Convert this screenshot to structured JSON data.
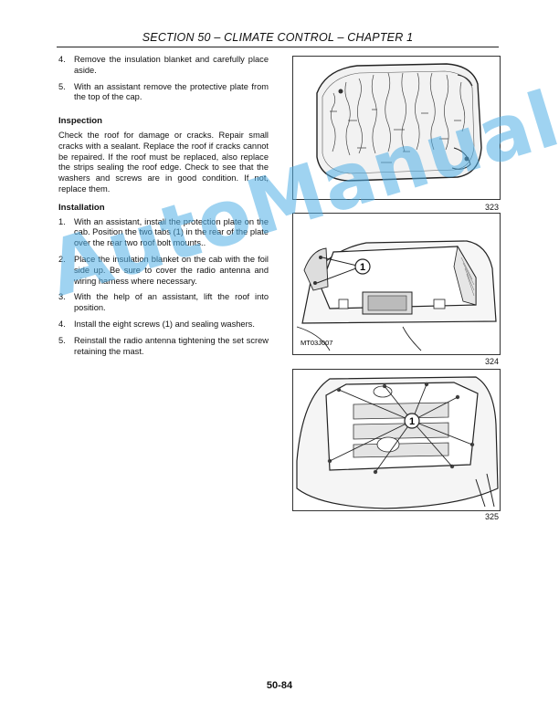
{
  "header": {
    "title": "SECTION 50 – CLIMATE CONTROL – CHAPTER 1"
  },
  "steps_removal": [
    {
      "num": "4.",
      "text": "Remove the insulation blanket and carefully place aside."
    },
    {
      "num": "5.",
      "text": "With an assistant remove the protective plate from the top of the cap."
    }
  ],
  "inspection": {
    "heading": "Inspection",
    "text": "Check the roof for damage or cracks. Repair small cracks with a sealant. Replace the roof if cracks cannot be repaired. If the roof must be replaced, also replace the strips sealing the roof edge. Check to see that the washers and screws are in good condition. If not, replace them."
  },
  "installation": {
    "heading": "Installation",
    "steps": [
      {
        "num": "1.",
        "text": "With an assistant, install the protection plate on the cab. Position the two tabs (1) in the rear of the plate over the rear two roof bolt mounts.."
      },
      {
        "num": "2.",
        "text": "Place the insulation blanket on the cab with the foil side up. Be sure to cover the radio antenna and wiring harness where necessary."
      },
      {
        "num": "3.",
        "text": "With the help of an assistant, lift the roof into position."
      },
      {
        "num": "4.",
        "text": "Install the eight screws (1) and sealing washers."
      },
      {
        "num": "5.",
        "text": "Reinstall the radio antenna tightening the set screw retaining the mast."
      }
    ]
  },
  "figures": [
    {
      "number": "323"
    },
    {
      "number": "324",
      "code": "MT03J007",
      "callout": "1"
    },
    {
      "number": "325",
      "callout": "1"
    }
  ],
  "watermark": "AutoManual",
  "footer": {
    "page": "50-84"
  }
}
